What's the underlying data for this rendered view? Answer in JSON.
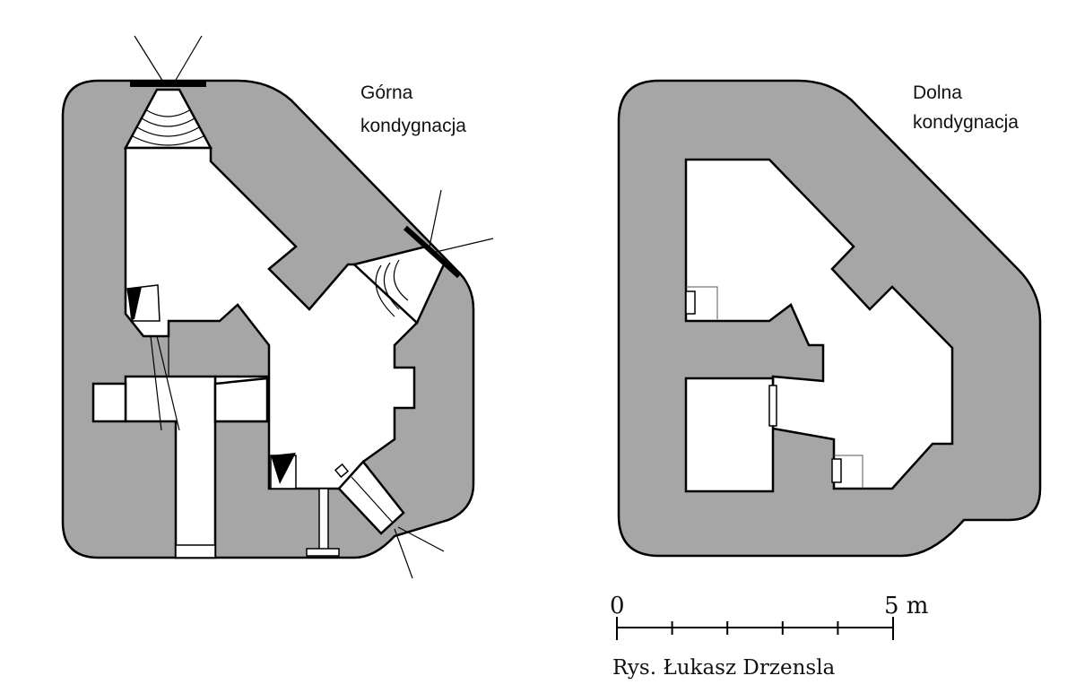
{
  "labels": {
    "upper_floor_line1": "Górna",
    "upper_floor_line2": "kondygnacja",
    "lower_floor_line1": "Dolna",
    "lower_floor_line2": "kondygnacja"
  },
  "scale": {
    "start": "0",
    "end": "5 m",
    "divisions": 5
  },
  "credit": "Rys. Łukasz Drzensla",
  "colors": {
    "wall_fill": "#a6a6a6",
    "outline": "#000000",
    "interior": "#ffffff"
  }
}
